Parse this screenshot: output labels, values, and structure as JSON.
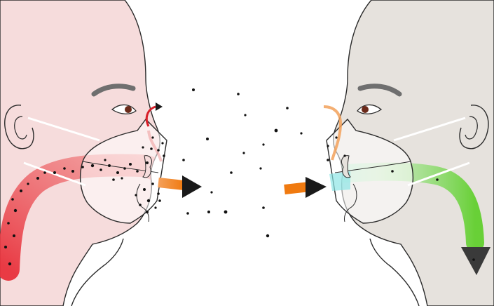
{
  "colors": {
    "background": "#ffffff",
    "left_head_fill": "#f6dcdc",
    "right_head_fill": "#e6e2dd",
    "outline": "#2a2a2a",
    "eyebrow": "#6f6f6f",
    "iris": "#6b2a1a",
    "mask_fill": "#ffffff",
    "mask_strap": "#ffffff",
    "exhale_flow": "#e8323c",
    "outflow_arrow": "#f07a10",
    "inhale_flow": "#6ed23a",
    "filter_tint": "#8de6e6",
    "nose_exhale": "#d8202a",
    "nose_inhale": "#f2a15a",
    "arrowhead": "#1a1a1a",
    "particle": "#111111"
  },
  "elements": {
    "left_person": "infected-person-head",
    "right_person": "healthy-person-head",
    "masks": "face-mask",
    "airborne_particles": "particles"
  }
}
